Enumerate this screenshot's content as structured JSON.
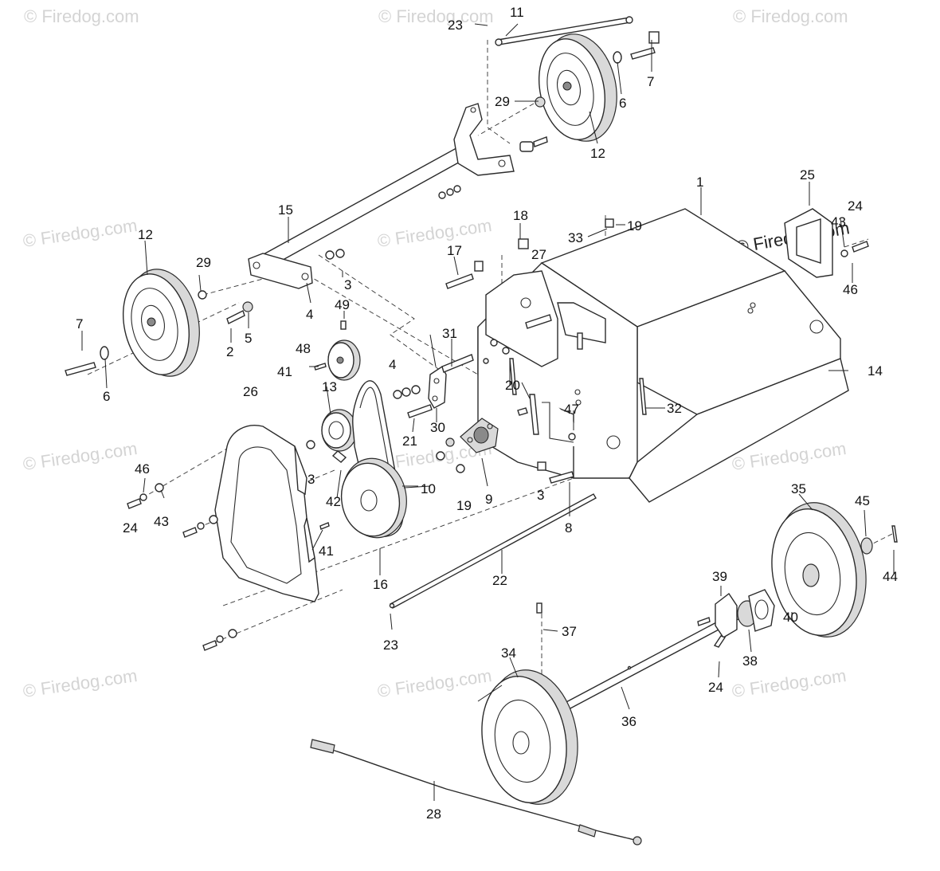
{
  "watermark": {
    "faint_text": "© Firedog.com",
    "main_text": "© Firedog.com"
  },
  "callouts": [
    "1",
    "2",
    "3",
    "4",
    "5",
    "6",
    "7",
    "8",
    "9",
    "10",
    "11",
    "12",
    "13",
    "14",
    "15",
    "16",
    "17",
    "18",
    "19",
    "20",
    "21",
    "22",
    "23",
    "24",
    "25",
    "26",
    "27",
    "28",
    "29",
    "30",
    "31",
    "32",
    "33",
    "34",
    "35",
    "36",
    "37",
    "38",
    "39",
    "40",
    "41",
    "42",
    "43",
    "44",
    "45",
    "46",
    "47",
    "48",
    "49"
  ],
  "colors": {
    "line": "#2b2b2b",
    "shade": "#d9d9d9",
    "watermark": "#d4d4d4"
  }
}
